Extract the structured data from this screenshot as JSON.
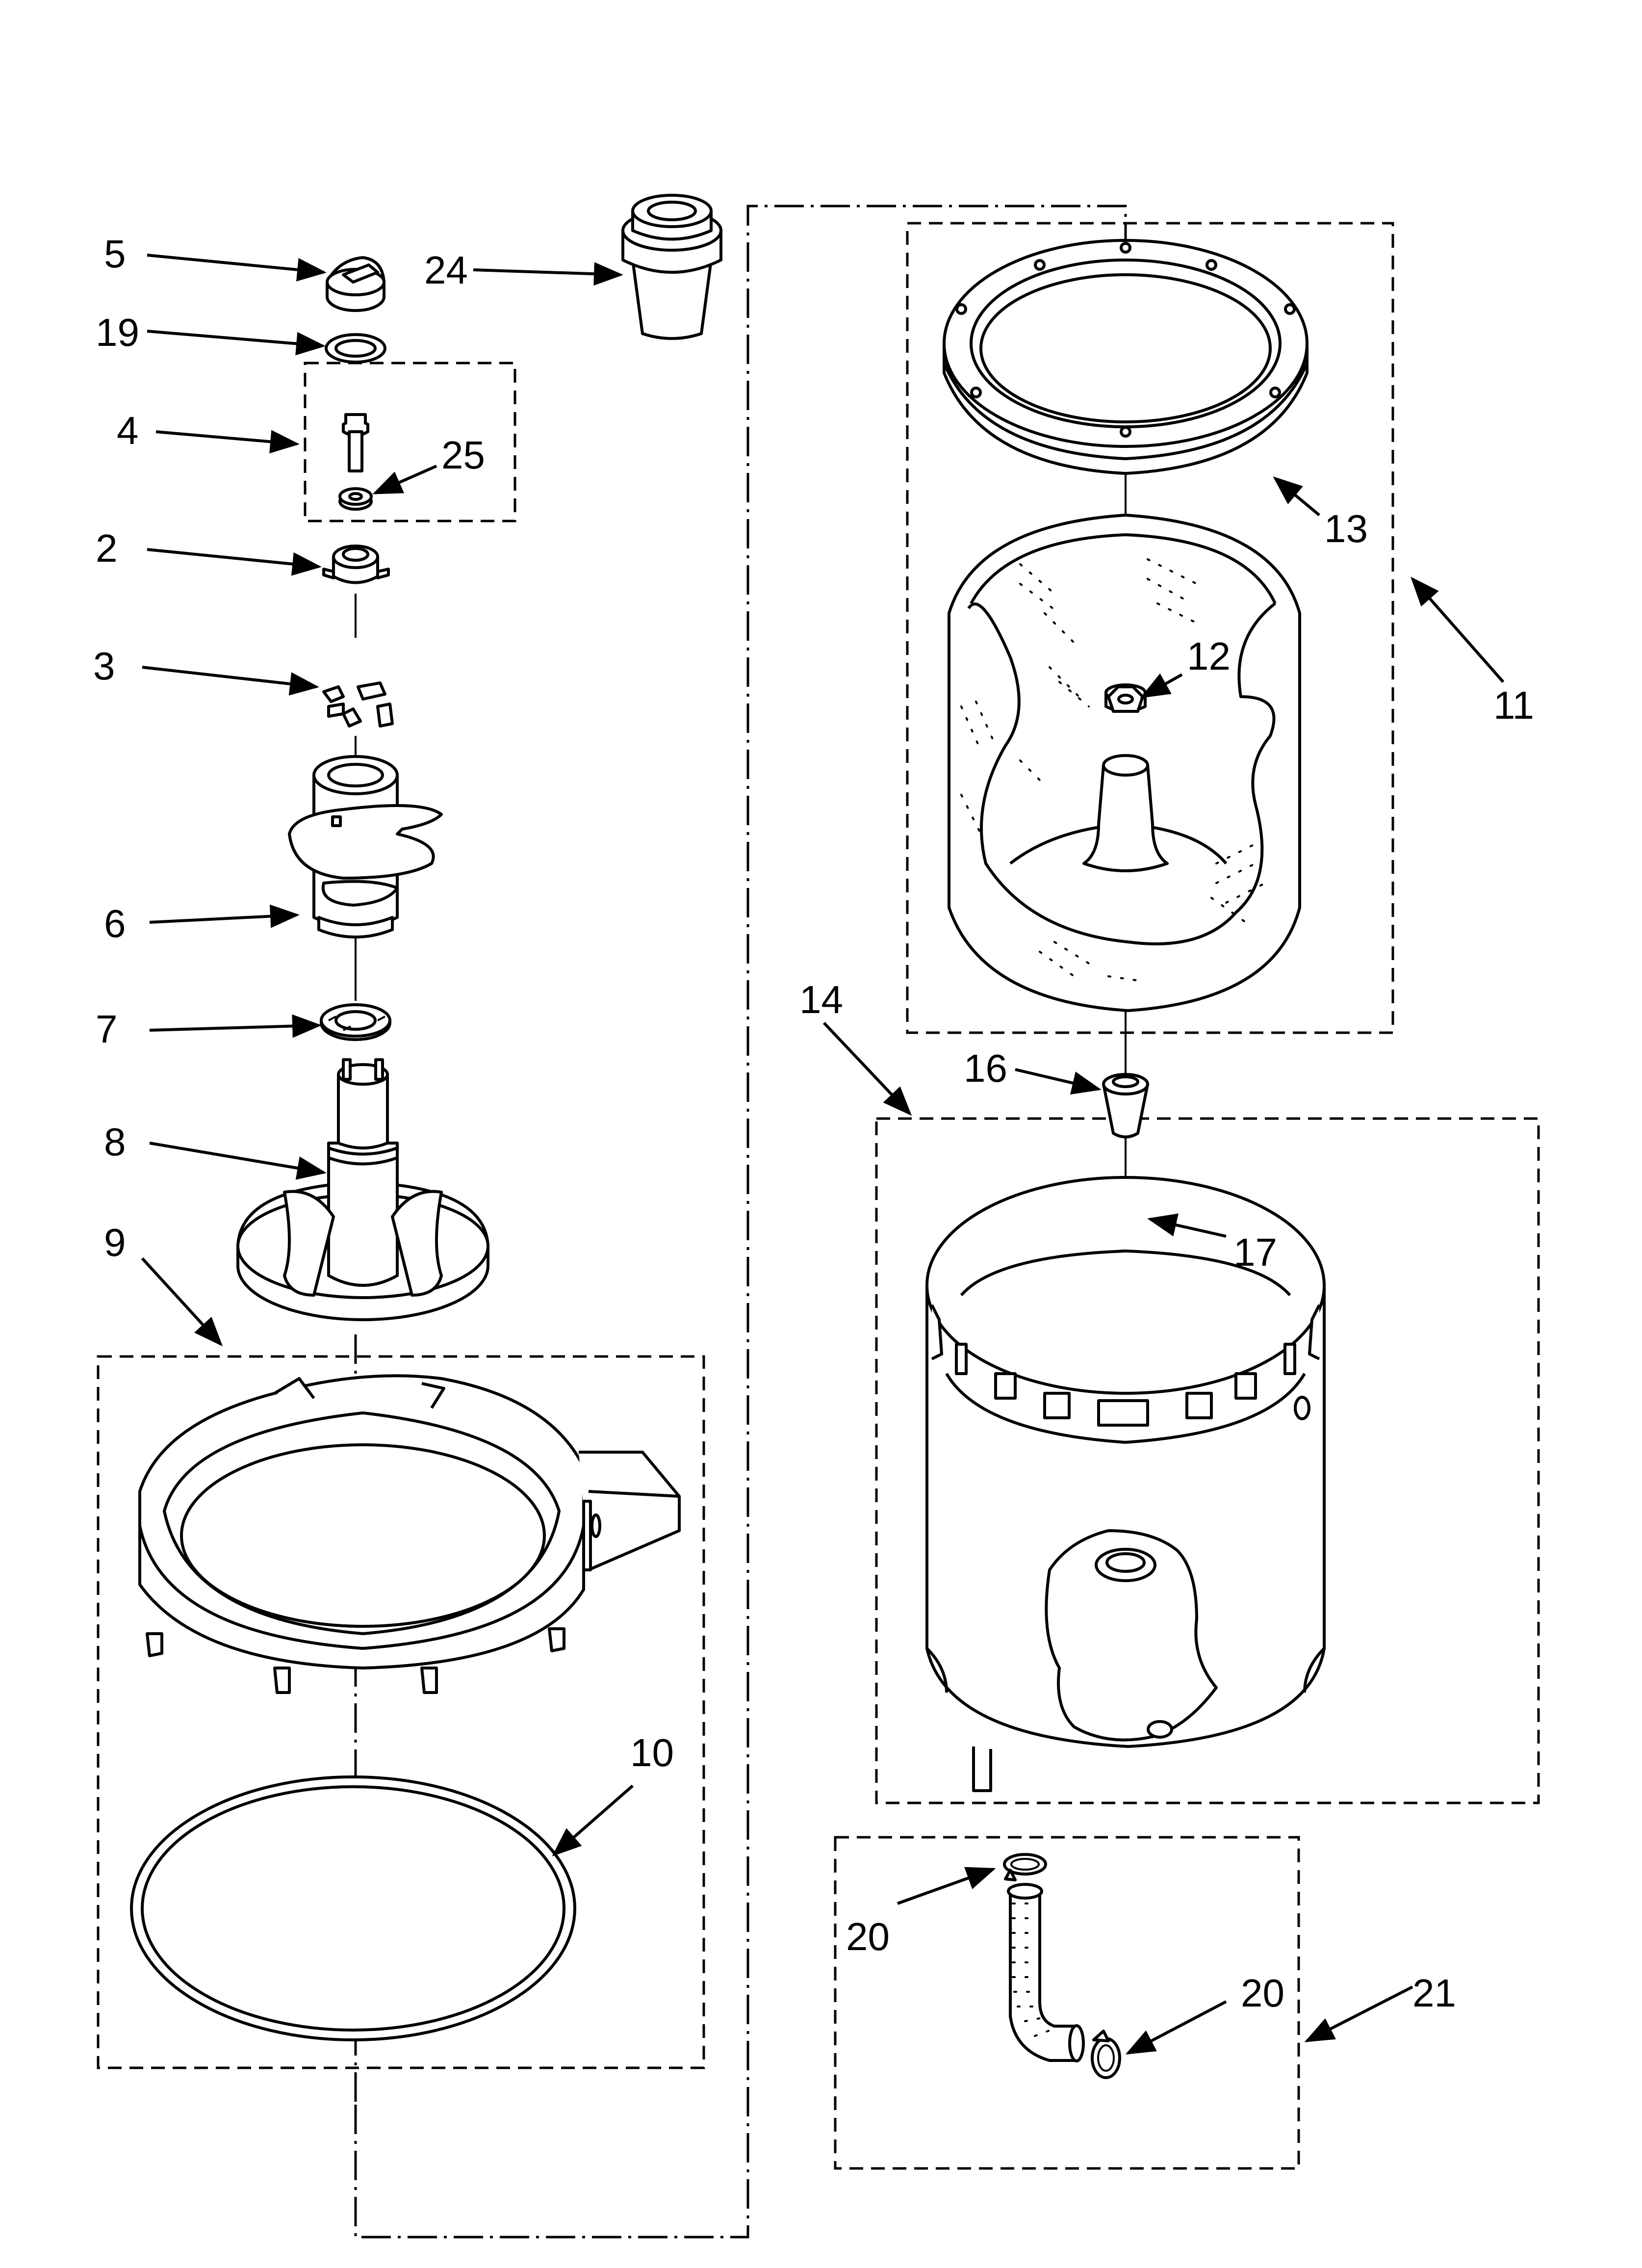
{
  "callouts": {
    "c5": "5",
    "c19": "19",
    "c24": "24",
    "c4": "4",
    "c25": "25",
    "c2": "2",
    "c3": "3",
    "c6": "6",
    "c7": "7",
    "c8": "8",
    "c9": "9",
    "c10": "10",
    "c11": "11",
    "c12": "12",
    "c13": "13",
    "c14": "14",
    "c16": "16",
    "c17": "17",
    "c20a": "20",
    "c20b": "20",
    "c21": "21"
  },
  "colors": {
    "line": "#000000",
    "background": "#ffffff"
  }
}
